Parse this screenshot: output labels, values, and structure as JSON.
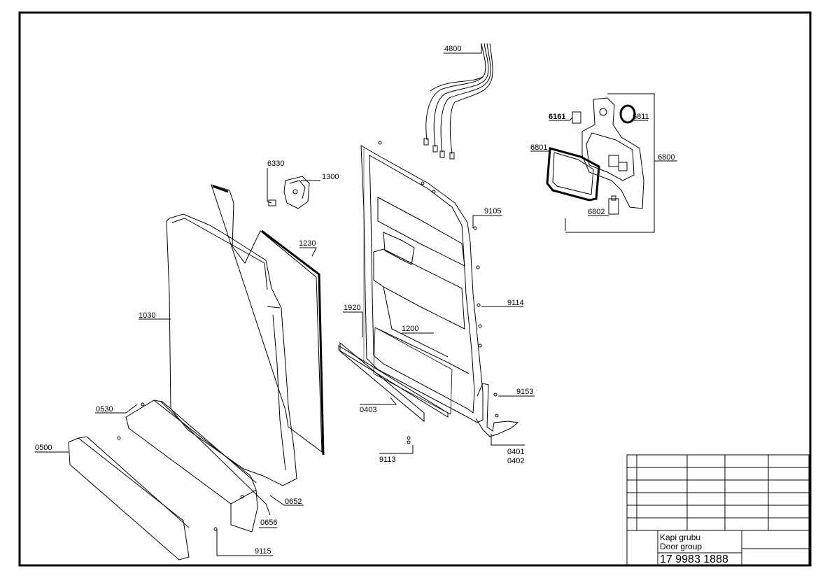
{
  "parts": [
    {
      "id": "4800",
      "label": "4800"
    },
    {
      "id": "6161",
      "label": "6161"
    },
    {
      "id": "6811",
      "label": "6811"
    },
    {
      "id": "6801",
      "label": "6801"
    },
    {
      "id": "6800",
      "label": "6800"
    },
    {
      "id": "6802",
      "label": "6802"
    },
    {
      "id": "6330",
      "label": "6330"
    },
    {
      "id": "1300",
      "label": "1300"
    },
    {
      "id": "9105",
      "label": "9105"
    },
    {
      "id": "1230",
      "label": "1230"
    },
    {
      "id": "1030",
      "label": "1030"
    },
    {
      "id": "9114",
      "label": "9114"
    },
    {
      "id": "1920",
      "label": "1920"
    },
    {
      "id": "1200",
      "label": "1200"
    },
    {
      "id": "9153",
      "label": "9153"
    },
    {
      "id": "0530",
      "label": "0530"
    },
    {
      "id": "0403",
      "label": "0403"
    },
    {
      "id": "0500",
      "label": "0500"
    },
    {
      "id": "9113",
      "label": "9113"
    },
    {
      "id": "0401",
      "label": "0401"
    },
    {
      "id": "0402",
      "label": "0402"
    },
    {
      "id": "0652",
      "label": "0652"
    },
    {
      "id": "0656",
      "label": "0656"
    },
    {
      "id": "9115",
      "label": "9115"
    }
  ],
  "title_block": {
    "title_tr": "Kapi grubu",
    "title_en": "Door group",
    "drawing_number": "17 9983 1888"
  }
}
